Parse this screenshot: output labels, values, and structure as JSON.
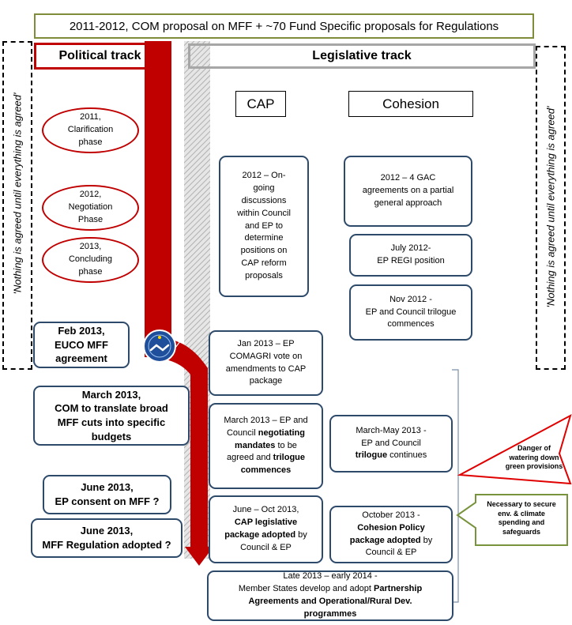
{
  "title": "2011-2012, COM proposal on MFF + ~70 Fund Specific proposals for Regulations",
  "political_track": "Political track",
  "legislative_track": "Legislative track",
  "side_note": "'Nothing is agreed until everything is agreed'",
  "political_phases": [
    {
      "year": "2011,",
      "name": "Clarification",
      "suffix": "phase"
    },
    {
      "year": "2012,",
      "name": "Negotiation",
      "suffix": "Phase"
    },
    {
      "year": "2013,",
      "name": "Concluding",
      "suffix": "phase"
    }
  ],
  "political_milestones": [
    {
      "line1": "Feb 2013,",
      "line2": "EUCO MFF",
      "line3": "agreement"
    },
    {
      "line1": "March 2013,",
      "line2": "COM to translate broad",
      "line3": "MFF cuts into specific",
      "line4": "budgets"
    },
    {
      "line1": "June 2013,",
      "line2": "EP consent on MFF ?"
    },
    {
      "line1": "June 2013,",
      "line2": "MFF Regulation adopted ?"
    }
  ],
  "cap_header": "CAP",
  "cohesion_header": "Cohesion",
  "cap_steps": {
    "s1": {
      "l1": "2012 – On-",
      "l2": "going",
      "l3": "discussions",
      "l4": "within Council",
      "l5": "and EP to",
      "l6": "determine",
      "l7": "positions on",
      "l8": "CAP reform",
      "l9": "proposals"
    },
    "s2": {
      "l1": "Jan 2013 – EP",
      "l2": "COMAGRI vote on",
      "l3": "amendments to CAP",
      "l4": "package"
    },
    "s3": {
      "l1": "March 2013 – EP and",
      "l2a": "Council ",
      "l2b": "negotiating",
      "l3a": "mandates",
      "l3b": " to be",
      "l4a": "agreed and ",
      "l4b": "trilogue",
      "l5": "commences"
    },
    "s4": {
      "l1": "June – Oct 2013,",
      "l2": "CAP legislative",
      "l3a": "package adopted",
      "l3b": " by",
      "l4": "Council & EP"
    }
  },
  "cohesion_steps": {
    "c1": {
      "l1": "2012 – 4 GAC",
      "l2": "agreements on a partial",
      "l3": "general approach"
    },
    "c2": {
      "l1": "July 2012-",
      "l2": "EP REGI position"
    },
    "c3": {
      "l1": "Nov 2012 -",
      "l2": "EP and Council trilogue",
      "l3": "commences"
    },
    "c4": {
      "l1": "March-May 2013 -",
      "l2": "EP and Council",
      "l3a": "trilogue",
      "l3b": " continues"
    },
    "c5": {
      "l1": "October 2013 -",
      "l2": "Cohesion Policy",
      "l3a": "package adopted",
      "l3b": " by",
      "l4": "Council & EP"
    }
  },
  "final_step": {
    "l1": "Late 2013 – early 2014 -",
    "l2a": "Member States develop and adopt ",
    "l2b": "Partnership",
    "l3": "Agreements and Operational/Rural Dev.",
    "l4": "programmes"
  },
  "warning_note": {
    "l1": "Danger of",
    "l2": "watering down",
    "l3": "green provisions"
  },
  "green_note": {
    "l1": "Necessary to secure",
    "l2": "env. & climate",
    "l3": "spending and",
    "l4": "safeguards"
  },
  "colors": {
    "red": "#c00000",
    "navy": "#2e4a6b",
    "olive": "#7f8c3a",
    "gray": "#a6a6a6",
    "green": "#77933c"
  }
}
